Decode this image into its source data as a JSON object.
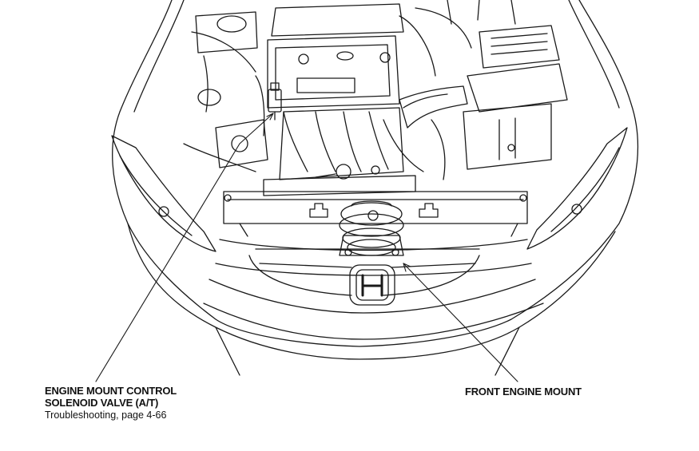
{
  "callouts": {
    "solenoid": {
      "title_line1": "ENGINE MOUNT CONTROL",
      "title_line2": "SOLENOID VALVE (A/T)",
      "reference": "Troubleshooting, page 4-66"
    },
    "front_mount": {
      "title": "FRONT ENGINE MOUNT"
    }
  },
  "style": {
    "line_color": "#1a1a1a",
    "background": "#ffffff"
  }
}
